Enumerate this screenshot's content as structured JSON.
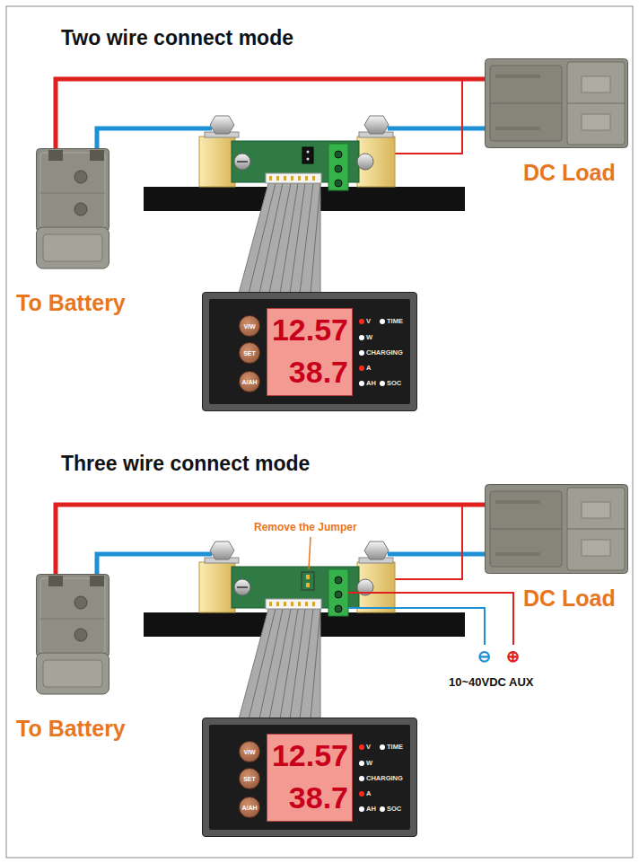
{
  "diagram": {
    "nodes": [
      {
        "text": [
          "To Battery"
        ]
      },
      {
        "text": [
          "DC Load"
        ]
      },
      {
        "text": [
          "12.57",
          "38.7",
          "V",
          "TIME",
          "W",
          "CHARGING",
          "A",
          "AH",
          "SOC"
        ]
      },
      {
        "text": [
          "V/W"
        ],
        "in": 2
      },
      {
        "text": [
          "SET"
        ],
        "in": 2
      },
      {
        "text": [
          "A/AH"
        ],
        "in": 2
      },
      {
        "text": [
          "To Battery"
        ]
      },
      {
        "text": [
          "DC Load"
        ]
      },
      {
        "text": [
          "12.57",
          "38.7",
          "V",
          "TIME",
          "W",
          "CHARGING",
          "A",
          "AH",
          "SOC"
        ]
      },
      {
        "text": [
          "V/W"
        ],
        "in": 8
      },
      {
        "text": [
          "SET"
        ],
        "in": 8
      },
      {
        "text": [
          "A/AH"
        ],
        "in": 8
      }
    ],
    "edges": [
      {
        "from": 0,
        "to": 1,
        "arrow": "none"
      },
      {
        "from": 6,
        "to": 7,
        "arrow": "none"
      }
    ],
    "labels": [
      "Two wire connect mode",
      "Three wire connect mode",
      "Remove the Jumper",
      "⊖",
      "⊕",
      "10~40VDC AUX"
    ]
  }
}
